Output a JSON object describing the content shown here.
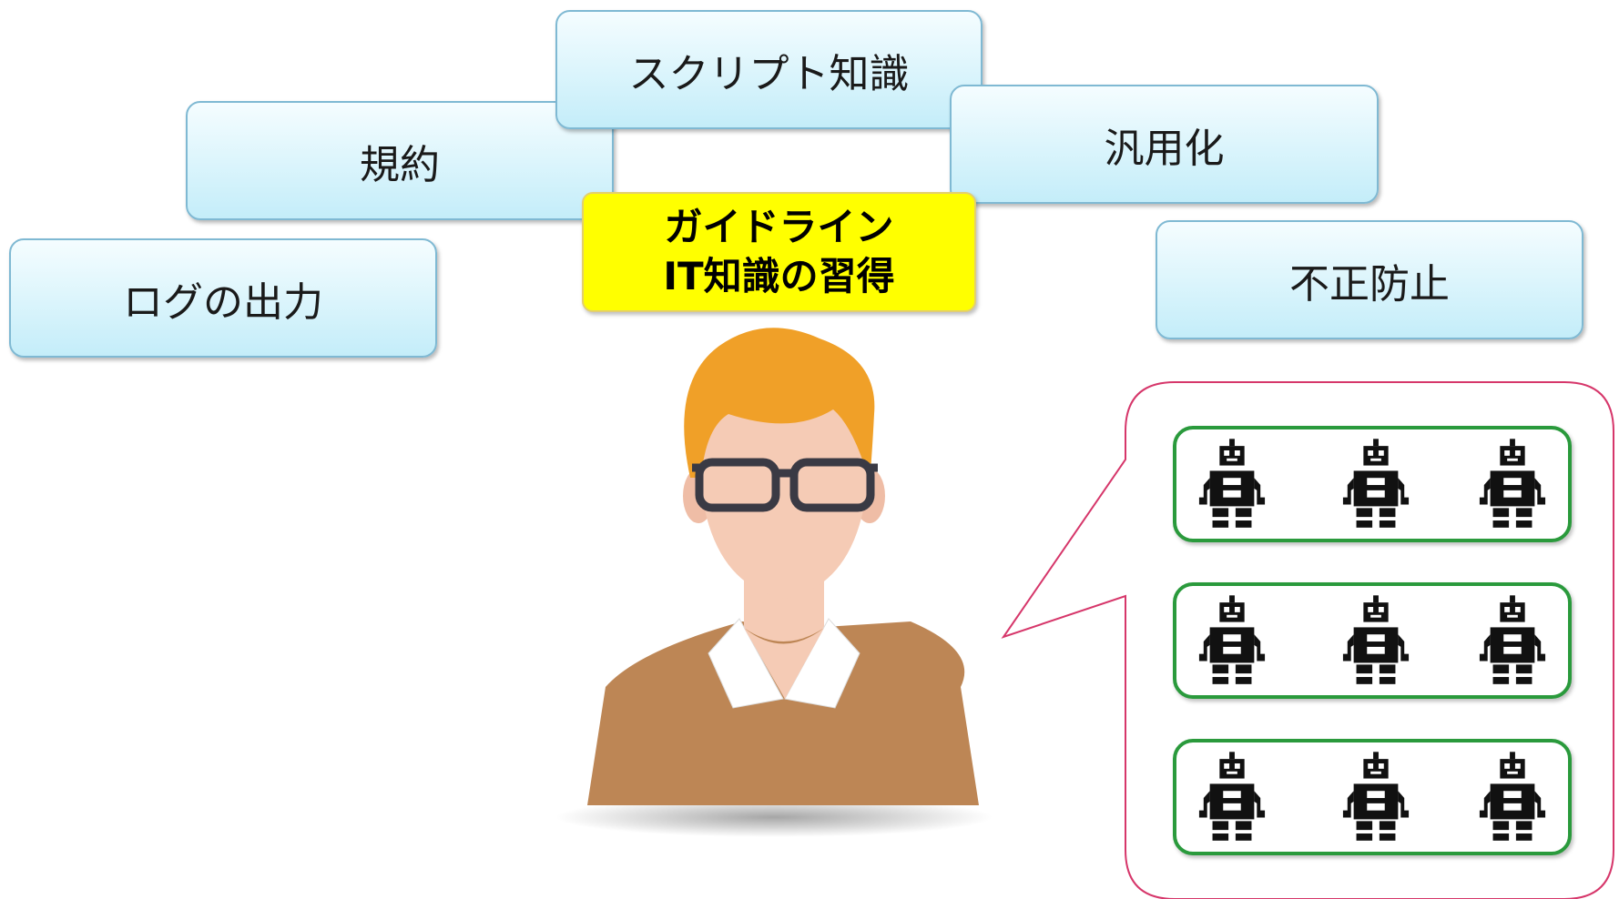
{
  "boxes": {
    "script_knowledge": "スクリプト知識",
    "rules": "規約",
    "generalization": "汎用化",
    "log_output": "ログの出力",
    "fraud_prevention": "不正防止"
  },
  "center_label": {
    "line1": "ガイドライン",
    "line2": "IT知識の習得"
  },
  "robot_grid": {
    "rows": 3,
    "per_row": 3
  },
  "colors": {
    "box_top": "#f5fdff",
    "box_bottom": "#c4edf9",
    "highlight": "#ffff00",
    "hair": "#f0a028",
    "skin": "#f5cbb5",
    "sweater": "#bd8655",
    "glasses": "#3a3a44",
    "bubble_border": "#d6366a",
    "robot_border": "#2a9a3c"
  }
}
